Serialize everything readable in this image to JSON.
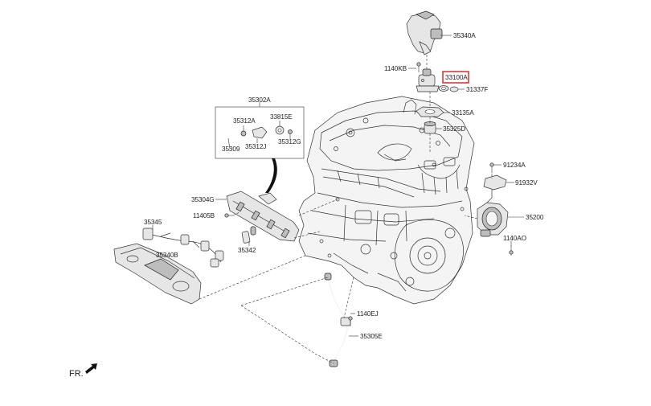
{
  "diagram": {
    "parts": {
      "p35340A": "35340A",
      "p1140KB": "1140KB",
      "p33100A": "33100A",
      "p31337F": "31337F",
      "p33135A": "33135A",
      "p35325D": "35325D",
      "p91234A": "91234A",
      "p91932V": "91932V",
      "p35200": "35200",
      "p1140AO": "1140AO",
      "p35302A": "35302A",
      "p35312A": "35312A",
      "p33815E": "33815E",
      "p35309": "35309",
      "p35312J": "35312J",
      "p35312G": "35312G",
      "p35304G": "35304G",
      "p11405B": "11405B",
      "p35345": "35345",
      "p35340B": "35340B",
      "p35342": "35342",
      "p1140EJ": "1140EJ",
      "p35305E": "35305E"
    },
    "highlighted_part": "33100A",
    "highlight_color": "#d42020",
    "direction_label": "FR."
  }
}
